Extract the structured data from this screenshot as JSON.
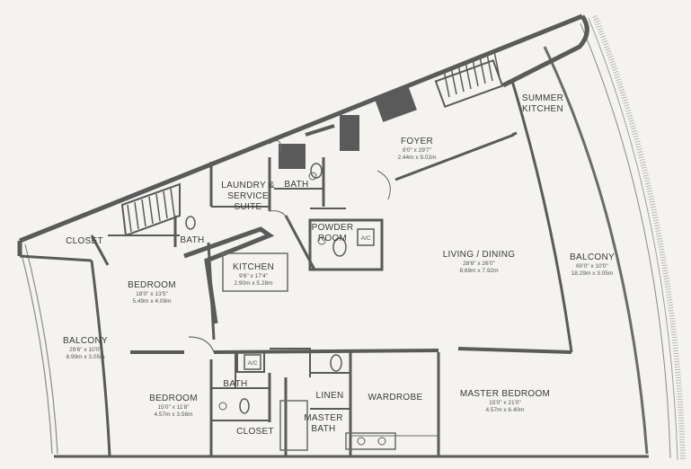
{
  "floorplan": {
    "rooms": [
      {
        "id": "foyer",
        "name": "FOYER",
        "dim_imperial": "8'0\" x 29'7\"",
        "dim_metric": "2.44m x 9.02m"
      },
      {
        "id": "summer-kitchen",
        "name_lines": [
          "SUMMER",
          "KITCHEN"
        ]
      },
      {
        "id": "laundry",
        "name_lines": [
          "LAUNDRY &",
          "SERVICE",
          "SUITE"
        ]
      },
      {
        "id": "bath-upper",
        "name": "BATH"
      },
      {
        "id": "powder-room",
        "name_lines": [
          "POWDER",
          "ROOM"
        ]
      },
      {
        "id": "closet-left",
        "name": "CLOSET"
      },
      {
        "id": "bath-left",
        "name": "BATH"
      },
      {
        "id": "kitchen",
        "name": "KITCHEN",
        "dim_imperial": "9'6\" x 17'4\"",
        "dim_metric": "2.90m x 5.28m"
      },
      {
        "id": "living-dining",
        "name": "LIVING / DINING",
        "dim_imperial": "28'6\" x 26'0\"",
        "dim_metric": "8.69m x 7.92m"
      },
      {
        "id": "bedroom-1",
        "name": "BEDROOM",
        "dim_imperial": "18'0\" x 13'5\"",
        "dim_metric": "5.49m x 4.09m"
      },
      {
        "id": "balcony-right",
        "name": "BALCONY",
        "dim_imperial": "60'0\" x 10'0\"",
        "dim_metric": "18.29m x 3.05m"
      },
      {
        "id": "balcony-left",
        "name": "BALCONY",
        "dim_imperial": "29'6\" x 10'0\"",
        "dim_metric": "8.99m x 3.05m"
      },
      {
        "id": "bedroom-2",
        "name": "BEDROOM",
        "dim_imperial": "15'0\" x 11'8\"",
        "dim_metric": "4.57m x 3.56m"
      },
      {
        "id": "bath-lower",
        "name": "BATH"
      },
      {
        "id": "closet-lower",
        "name": "CLOSET"
      },
      {
        "id": "linen",
        "name": "LINEN"
      },
      {
        "id": "wardrobe",
        "name": "WARDROBE"
      },
      {
        "id": "master-bath",
        "name_lines": [
          "MASTER",
          "BATH"
        ]
      },
      {
        "id": "master-bedroom",
        "name": "MASTER BEDROOM",
        "dim_imperial": "15'0\" x 21'0\"",
        "dim_metric": "4.57m x 6.40m"
      }
    ],
    "ac_label": "A/C"
  }
}
